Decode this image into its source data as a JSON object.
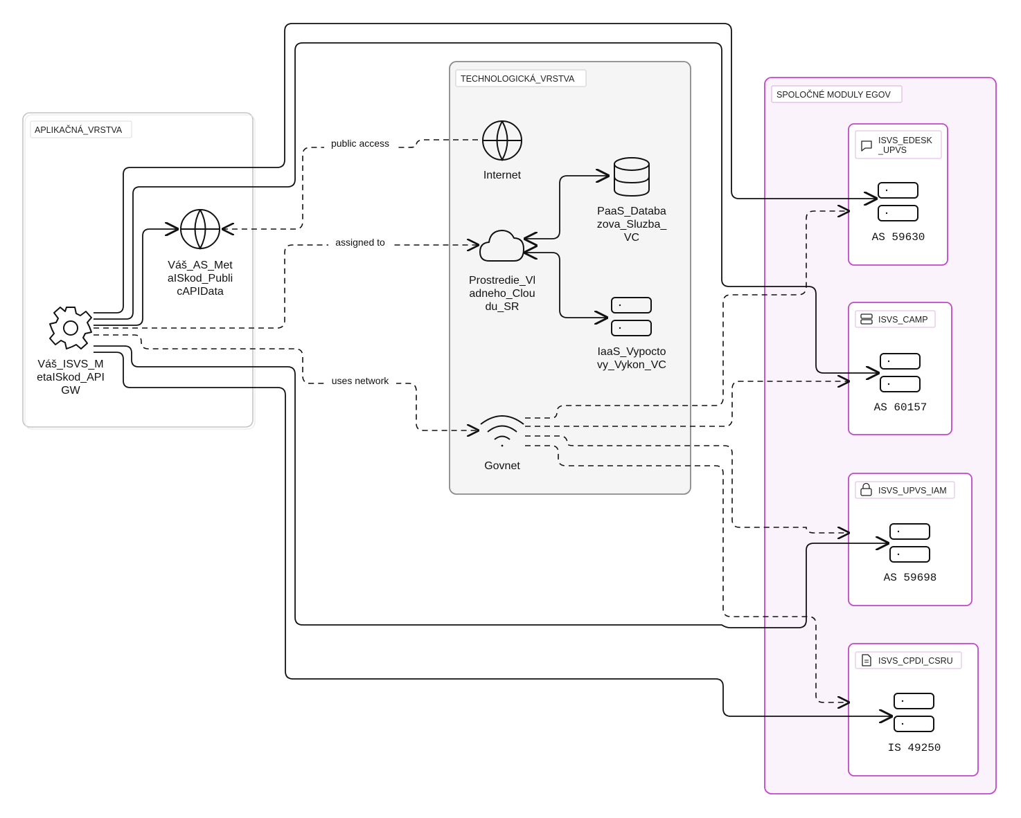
{
  "colors": {
    "group_stroke": "#bdbdbd",
    "tech_fill": "#f5f5f5",
    "tech_stroke": "#8a8a8a",
    "egov_stroke": "#c147c8",
    "egov_fill": "#fbf3fb",
    "line": "#111111"
  },
  "groups": {
    "app_layer": "APLIKAČNÁ_VRSTVA",
    "tech_layer": "TECHNOLOGICKÁ_VRSTVA",
    "egov": "SPOLOČNÉ MODULY EGOV"
  },
  "nodes": {
    "api_gw": [
      "Váš_ISVS_M",
      "etaISkod_API",
      "GW"
    ],
    "public_api": [
      "Váš_AS_Met",
      "aISkod_Publi",
      "cAPIData"
    ],
    "internet": [
      "Internet"
    ],
    "cloud": [
      "Prostredie_Vl",
      "adneho_Clou",
      "du_SR"
    ],
    "paas": [
      "PaaS_Databa",
      "zova_Sluzba_",
      "VC"
    ],
    "iaas": [
      "IaaS_Vypocto",
      "vy_Vykon_VC"
    ],
    "govnet": [
      "Govnet"
    ]
  },
  "edge_labels": {
    "public_access": "public access",
    "assigned_to": "assigned to",
    "uses_network": "uses network"
  },
  "modules": [
    {
      "title": [
        "ISVS_EDESK",
        "_UPVS"
      ],
      "icon": "message-icon",
      "code": "AS 59630"
    },
    {
      "title": [
        "ISVS_CAMP"
      ],
      "icon": "server-icon",
      "code": "AS 60157"
    },
    {
      "title": [
        "ISVS_UPVS_IAM"
      ],
      "icon": "lock-icon",
      "code": "AS 59698"
    },
    {
      "title": [
        "ISVS_CPDI_CSRU"
      ],
      "icon": "document-icon",
      "code": "IS 49250"
    }
  ],
  "icons": {
    "api_gw": "gear-icon",
    "public_api": "globe-icon",
    "internet": "globe-icon",
    "cloud": "cloud-icon",
    "paas": "database-icon",
    "iaas": "server-icon",
    "govnet": "wifi-icon"
  }
}
